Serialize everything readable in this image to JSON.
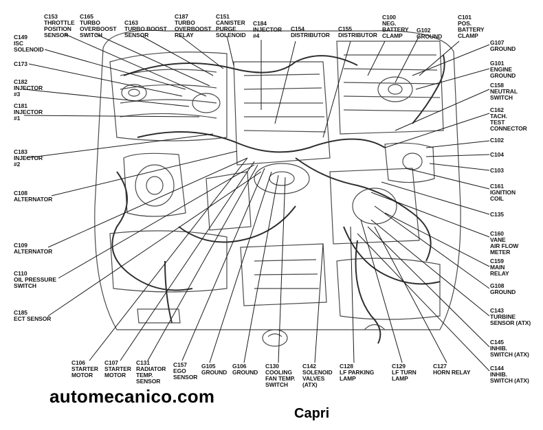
{
  "labels": {
    "c153": "C153\nTHROTTLE\nPOSITION\nSENSOR",
    "c165": "C165\nTURBO\nOVERBOOST\nSWITCH",
    "c163": "C163\nTURBO BOOST\nSENSOR",
    "c187": "C187\nTURBO\nOVERBOOST\nRELAY",
    "c151": "C151\nCANISTER\nPURGE\nSOLENOID",
    "c184": "C184\nINJECTOR\n#4",
    "c154": "C154\nDISTRIBUTOR",
    "c155": "C155\nDISTRIBUTOR",
    "c100": "C100\nNEG.\nBATTERY\nCLAMP",
    "g102": "G102\nGROUND",
    "c101": "C101\nPOS.\nBATTERY\nCLAMP",
    "c149": "C149\nISC\nSOLENOID",
    "c173": "C173",
    "c182": "C182\nINJECTOR\n#3",
    "c181": "C181\nINJECTOR\n#1",
    "c183": "C183\nINJECTOR\n#2",
    "c108": "C108\nALTERNATOR",
    "c109": "C109\nALTERNATOR",
    "c110": "C110\nOIL PRESSURE\nSWITCH",
    "c185": "C185\nECT SENSOR",
    "g107": "G107\nGROUND",
    "g101": "G101\nENGINE\nGROUND",
    "c158": "C158\nNEUTRAL\nSWITCH",
    "c162": "C162\nTACH.\nTEST\nCONNECTOR",
    "c102": "C102",
    "c104": "C104",
    "c103": "C103",
    "c161": "C161\nIGNITION\nCOIL",
    "c135": "C135",
    "c160": "C160\nVANE\nAIR FLOW\nMETER",
    "c159": "C159\nMAIN\nRELAY",
    "g108": "G108\nGROUND",
    "c143": "C143\nTURBINE\nSENSOR (ATX)",
    "c145": "C145\nINHIB.\nSWITCH (ATX)",
    "c144": "C144\nINHIB.\nSWITCH (ATX)",
    "c106": "C106\nSTARTER\nMOTOR",
    "c107": "C107\nSTARTER\nMOTOR",
    "c131": "C131\nRADIATOR\nTEMP.\nSENSOR",
    "c157": "C157\nEGO\nSENSOR",
    "g105": "G105\nGROUND",
    "g106": "G106\nGROUND",
    "c130": "C130\nCOOLING\nFAN TEMP.\nSWITCH",
    "c142": "C142\nSOLENOID\nVALVES\n(ATX)",
    "c128": "C128\nLF PARKING\nLAMP",
    "c129": "C129\nLF TURN\nLAMP",
    "c127": "C127\nHORN RELAY"
  },
  "watermark": "automecanico.com",
  "model": "Capri",
  "colors": {
    "ink": "#151515",
    "line": "#1a1a1a",
    "sketch": "#4a4a4a",
    "background": "#ffffff"
  }
}
